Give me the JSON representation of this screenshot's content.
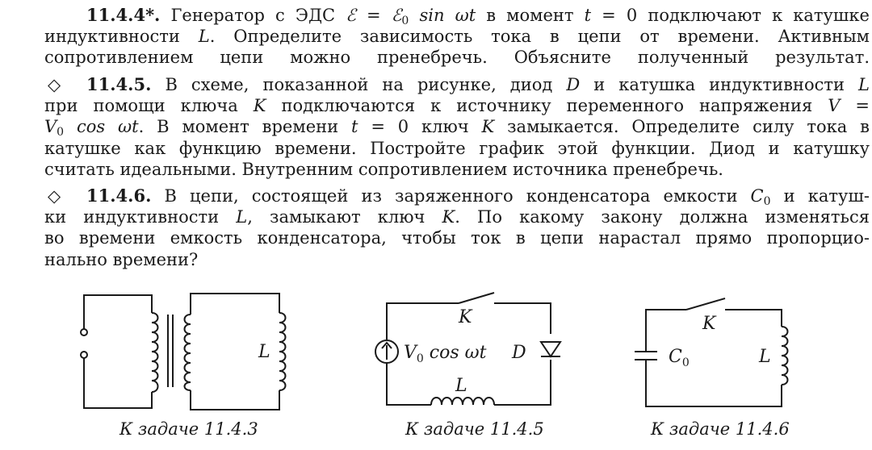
{
  "problems": [
    {
      "number": "11.4.4*.",
      "lines": [
        [
          "Генератор с ЭДС ",
          "ℰ = ℰ",
          "0",
          " sin ωt",
          " в момент ",
          "t",
          " = 0 подключают к катушке"
        ],
        [
          "индуктивности ",
          "L",
          ". Определите зависимость тока в цепи от времени. Активным"
        ],
        [
          "сопротивлением цепи можно пренебречь. Объясните полученный результат."
        ]
      ]
    },
    {
      "marker": "◇",
      "number": "11.4.5.",
      "lines": [
        [
          "В схеме, показанной на рисунке, диод ",
          "D",
          " и катушка индуктивности ",
          "L"
        ],
        [
          "при помощи ключа ",
          "K",
          " подключаются к источнику переменного напряжения ",
          "V",
          " ="
        ],
        [
          "V",
          "0",
          " cos ωt",
          ". В момент времени ",
          "t",
          " = 0 ключ ",
          "K",
          " замыкается. Определите силу тока в"
        ],
        [
          "катушке как функцию времени. Постройте график этой функции. Диод и катушку"
        ],
        [
          "считать идеальными. Внутренним сопротивлением источника пренебречь."
        ]
      ]
    },
    {
      "marker": "◇",
      "number": "11.4.6.",
      "lines": [
        [
          "В цепи, состоящей из заряженного конденсатора емкости ",
          "C",
          "0",
          " и катуш-"
        ],
        [
          "ки индуктивности ",
          "L",
          ", замыкают ключ ",
          "K",
          ". По какому закону должна изменяться"
        ],
        [
          "во времени емкость конденсатора, чтобы ток в цепи нарастал прямо пропорцио-"
        ],
        [
          "нально времени?"
        ]
      ]
    }
  ],
  "figures": [
    {
      "caption": "К задаче 11.4.3",
      "labels": {
        "L": "L"
      }
    },
    {
      "caption": "К задаче 11.4.5",
      "labels": {
        "K": "K",
        "V": "V",
        "V_sub": "0",
        "V_rest": " cos ωt",
        "D": "D",
        "L": "L"
      }
    },
    {
      "caption": "К задаче 11.4.6",
      "labels": {
        "K": "K",
        "C": "C",
        "C_sub": "0",
        "L": "L"
      }
    }
  ]
}
